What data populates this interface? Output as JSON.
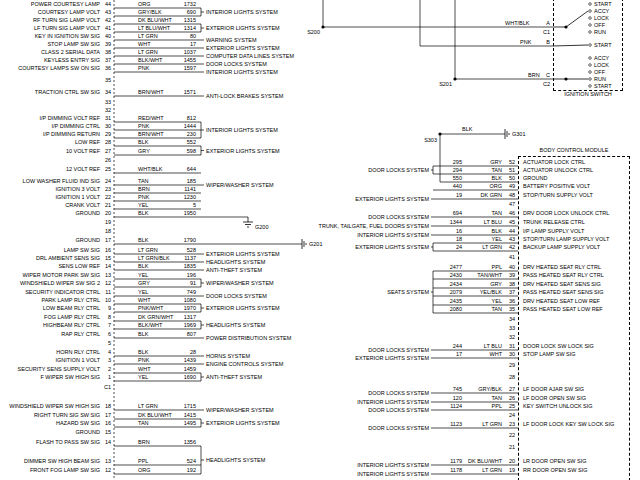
{
  "diagram": {
    "nodes": [
      {
        "text": [
          "IGNITION SWITCH"
        ]
      },
      {
        "text": [
          "BODY CONTROL MODULE"
        ]
      }
    ],
    "labels": [
      "S200",
      "WHT/BLK",
      "A",
      "C1",
      "PNK",
      "B",
      "S201",
      "BRN",
      "C",
      "C2",
      "START",
      "ACCY",
      "LOCK",
      "OFF",
      "RUN",
      "START",
      "ACCY",
      "LOCK",
      "OFF",
      "RUN",
      "START",
      "BLK",
      "G301",
      "S303",
      "POWER COURTESY LAMP",
      "44",
      "ORG",
      "1732",
      "COURTESY LAMP VOLT",
      "43",
      "GRY/BLK",
      "690",
      "RF TURN SIG LAMP VOLT",
      "42",
      "DK BLU/WHT",
      "1315",
      "LF TURN SIG LAMP VOLT",
      "41",
      "LT BLU/WHT",
      "1314",
      "KEY IN IGNITION SW SIG",
      "40",
      "LT GRN",
      "80",
      "STOP LAMP SW SIG",
      "39",
      "WHT",
      "17",
      "CLASS 2 SERIAL DATA",
      "38",
      "LT GRN",
      "1037",
      "KEYLESS ENTRY SIG",
      "37",
      "BLK/WHT",
      "1455",
      "COURTESY LAMPS SW ON SIG",
      "36",
      "PNK",
      "1597",
      "35",
      "TRACTION CTRL SW SIG",
      "34",
      "BRN/WHT",
      "1571",
      "33",
      "32",
      "I/P DIMMING VOLT REF",
      "31",
      "RED/WHT",
      "812",
      "I/P DIMMING CTRL",
      "30",
      "PNK",
      "1444",
      "I/P DIMMING RETURN",
      "29",
      "BRN/WHT",
      "230",
      "LOW REF",
      "28",
      "BLK",
      "552",
      "10 VOLT REF",
      "27",
      "GRY",
      "598",
      "26",
      "12 VOLT REF",
      "25",
      "WHT/BLK",
      "644",
      "LOW WASHER FLUID IND SIG",
      "24",
      "TAN",
      "185",
      "IGNITION 3 VOLT",
      "23",
      "BRN",
      "1141",
      "IGNITION 1 VOLT",
      "22",
      "PNK",
      "1230",
      "CRANK VOLT",
      "21",
      "YEL",
      "5",
      "GROUND",
      "20",
      "BLK",
      "1950",
      "19",
      "18",
      "GROUND",
      "17",
      "BLK",
      "1790",
      "LAMP SW SIG",
      "16",
      "LT GRN",
      "528",
      "DRL AMBIENT SENS SIG",
      "15",
      "LT GRN/BLK",
      "1137",
      "SENS LOW REF",
      "14",
      "BLK",
      "1835",
      "WIPER MOTOR PARK SW SIG",
      "13",
      "YEL",
      "196",
      "WINDSHIELD WIPER SW SIG 2",
      "12",
      "GRY",
      "91",
      "SECURITY INDICATOR CTRL",
      "11",
      "YEL",
      "749",
      "PARK LAMP RLY CTRL",
      "10",
      "WHT",
      "1080",
      "LOW BEAM RLY CTRL",
      "9",
      "PNK/WHT",
      "1970",
      "FOG LAMP RLY CTRL",
      "8",
      "DK GRN/WHT",
      "1317",
      "HIGHBEAM RLY CTRL",
      "7",
      "BLK/WHT",
      "1969",
      "RAP RLY CTRL",
      "6",
      "BLK",
      "807",
      "5",
      "HORN RLY CTRL",
      "4",
      "BLK",
      "28",
      "IGNITION 1 VOLT",
      "3",
      "PNK",
      "1439",
      "SECURITY SENS SUPPLY VOLT",
      "2",
      "WHT",
      "1459",
      "F WIPER SW HIGH SIG",
      "1",
      "YEL",
      "1690",
      "C1",
      "WINDSHIELD WIPER SW HIGH SIG",
      "18",
      "LT GRN",
      "1715",
      "RIGHT TURN SIG SW SIG",
      "17",
      "DK BLU/WHT",
      "1415",
      "HAZARD SW SIG",
      "16",
      "TAN",
      "1495",
      "GROUND",
      "15",
      "FLASH TO PASS SW SIG",
      "14",
      "BRN",
      "1356",
      "DIMMER SW HIGH BEAM SIG",
      "13",
      "PPL",
      "524",
      "FRONT FOG LAMP SW SIG",
      "12",
      "ORG",
      "192",
      "INTERIOR LIGHTS SYSTEM",
      "EXTERIOR LIGHTS SYSTEM",
      "WARNING SYSTEM",
      "EXTERIOR LIGHTS SYSTEM",
      "COMPUTER DATA LINES SYSTEM",
      "DOOR LOCKS SYSTEM",
      "INTERIOR LIGHTS SYSTEM",
      "ANTI-LOCK BRAKES SYSTEM",
      "INTERIOR LIGHTS SYSTEM",
      "EXTERIOR LIGHTS SYSTEM",
      "WIPER/WASHER SYSTEM",
      "EXTERIOR LIGHTS SYSTEM",
      "HEADLIGHTS SYSTEM",
      "ANTI-THEFT SYSTEM",
      "WIPER/WASHER SYSTEM",
      "DOOR LOCKS SYSTEM",
      "EXTERIOR LIGHTS SYSTEM",
      "HEADLIGHTS SYSTEM",
      "POWER DISTRIBUTION SYSTEM",
      "HORNS SYSTEM",
      "ENGINE CONTROLS SYSTEM",
      "ANTI-THEFT SYSTEM",
      "WIPER/WASHER SYSTEM",
      "EXTERIOR LIGHTS SYSTEM",
      "HEADLIGHTS SYSTEM",
      "G200",
      "G201",
      "295",
      "GRY",
      "52",
      "ACTUATOR LOCK CTRL",
      "294",
      "TAN",
      "51",
      "ACTUATOR UNLOCK CTRL",
      "550",
      "BLK",
      "50",
      "GROUND",
      "440",
      "ORG",
      "49",
      "BATTERY POSITIVE VOLT",
      "19",
      "DK GRN",
      "48",
      "STOP/TURN SUPPLY VOLT",
      "47",
      "694",
      "TAN",
      "46",
      "DRV DOOR LOCK UNLOCK CTRL",
      "1344",
      "LT BLU",
      "45",
      "TRUNK RELEASE CTRL",
      "16",
      "BLK",
      "44",
      "I/P LAMP SUPPLY VOLT",
      "18",
      "YEL",
      "43",
      "STOP/TURN LAMP SUPPLY VOLT",
      "24",
      "LT GRN",
      "42",
      "BACKUP LAMP SUPPLY VOLT",
      "41",
      "2477",
      "PPL",
      "40",
      "DRV HEATED SEAT RLY CTRL",
      "2430",
      "TAN/WHT",
      "39",
      "PASS HEATED SEAT RLY CTRL",
      "2434",
      "GRY",
      "38",
      "DRV HEATED SEAT SENS SIG",
      "2079",
      "YEL/BLK",
      "37",
      "PASS HEATED SEAT SENS SIG",
      "2435",
      "YEL",
      "36",
      "DRV HEATED SEAT LOW REF",
      "2080",
      "TAN",
      "35",
      "PASS HEATED SEAT LOW REF",
      "34",
      "33",
      "32",
      "244",
      "LT BLU",
      "31",
      "DOOR LOCK SW LOCK SIG",
      "17",
      "WHT",
      "30",
      "STOP LAMP SW SIG",
      "29",
      "28",
      "745",
      "GRY/BLK",
      "27",
      "LF DOOR AJAR SW SIG",
      "120",
      "TAN",
      "26",
      "LF DOOR OPEN SW SIG",
      "1124",
      "PPL",
      "25",
      "KEY SWITCH UNLOCK SIG",
      "24",
      "1123",
      "LT GRN",
      "23",
      "LF DOOR LOCK KEY SW LOCK SIG",
      "22",
      "21",
      "1179",
      "DK BLU/WHT",
      "20",
      "LR DOOR OPEN SW SIG",
      "1178",
      "LT GRN",
      "19",
      "RR DOOR OPEN SW SIG",
      "DOOR LOCKS SYSTEM",
      "EXTERIOR LIGHTS SYSTEM",
      "DOOR LOCKS SYSTEM",
      "TRUNK, TAILGATE, FUEL DOORS SYSTEM",
      "INTERIOR LIGHTS SYSTEM",
      "EXTERIOR LIGHTS SYSTEM",
      "SEATS SYSTEM",
      "DOOR LOCKS SYSTEM",
      "EXTERIOR LIGHTS SYSTEM",
      "DOOR LOCKS SYSTEM",
      "INTERIOR LIGHTS SYSTEM",
      "DOOR LOCKS SYSTEM",
      "DOOR LOCKS SYSTEM",
      "INTERIOR LIGHTS SYSTEM",
      "INTERIOR LIGHTS SYSTEM"
    ]
  }
}
